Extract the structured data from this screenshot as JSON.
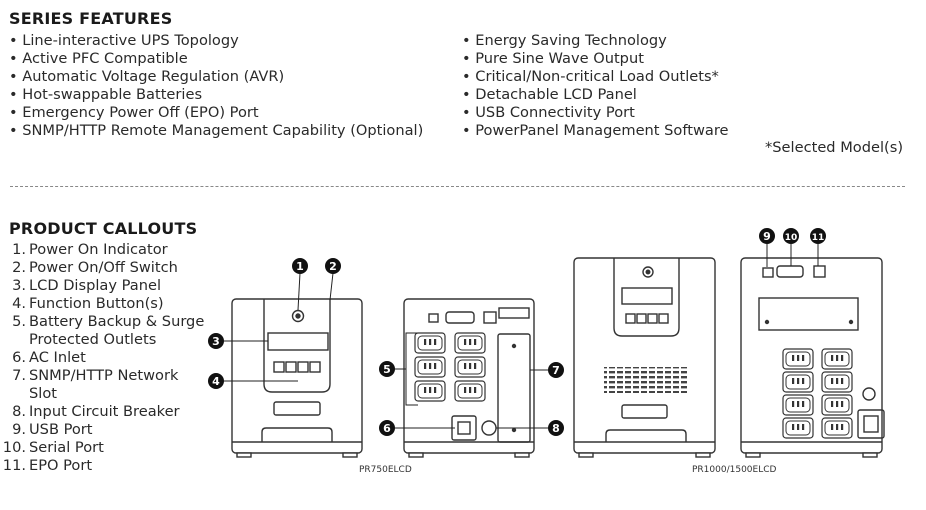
{
  "series_features": {
    "heading": "SERIES FEATURES",
    "left_items": [
      "Line-interactive UPS Topology",
      "Active PFC Compatible",
      "Automatic Voltage Regulation (AVR)",
      "Hot-swappable Batteries",
      "Emergency Power Off (EPO) Port",
      "SNMP/HTTP Remote Management Capability (Optional)"
    ],
    "right_items": [
      "Energy Saving Technology",
      "Pure Sine Wave Output",
      "Critical/Non-critical Load Outlets*",
      "Detachable LCD Panel",
      "USB Connectivity Port",
      "PowerPanel Management Software"
    ],
    "footnote": "*Selected Model(s)",
    "bullet": "•"
  },
  "product_callouts": {
    "heading": "PRODUCT CALLOUTS",
    "items": [
      {
        "num": "1.",
        "lines": [
          "Power On Indicator"
        ]
      },
      {
        "num": "2.",
        "lines": [
          "Power On/Off Switch"
        ]
      },
      {
        "num": "3.",
        "lines": [
          "LCD Display Panel"
        ]
      },
      {
        "num": "4.",
        "lines": [
          "Function Button(s)"
        ]
      },
      {
        "num": "5.",
        "lines": [
          "Battery Backup & Surge",
          "Protected Outlets"
        ]
      },
      {
        "num": "6.",
        "lines": [
          "AC Inlet"
        ]
      },
      {
        "num": "7.",
        "lines": [
          "SNMP/HTTP Network",
          "Slot"
        ]
      },
      {
        "num": "8.",
        "lines": [
          "Input Circuit Breaker"
        ]
      },
      {
        "num": "9.",
        "lines": [
          "USB Port"
        ]
      },
      {
        "num": "10.",
        "lines": [
          "Serial Port"
        ]
      },
      {
        "num": "11.",
        "lines": [
          "EPO Port"
        ]
      }
    ]
  },
  "models": {
    "small": "PR750ELCD",
    "large": "PR1000/1500ELCD"
  },
  "badges": [
    "1",
    "2",
    "3",
    "4",
    "5",
    "6",
    "7",
    "8",
    "9",
    "10",
    "11"
  ]
}
